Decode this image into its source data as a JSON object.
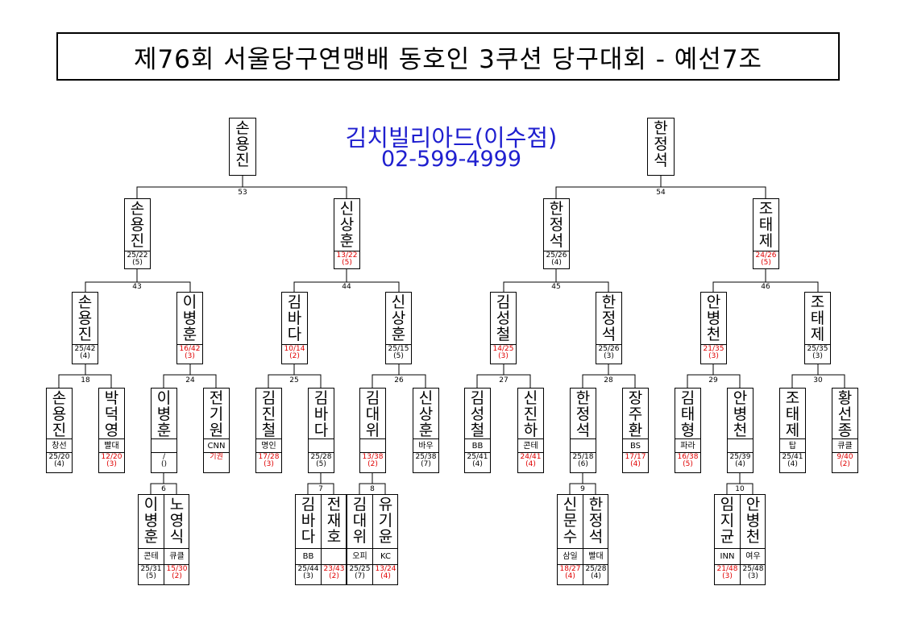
{
  "title": "제76회 서울당구연맹배 동호인 3쿠션 당구대회 - 예선7조",
  "sponsor": {
    "name": "김치빌리아드(이수점)",
    "phone": "02-599-4999"
  },
  "match_numbers": [
    "53",
    "54",
    "43",
    "44",
    "45",
    "46",
    "18",
    "24",
    "25",
    "26",
    "27",
    "28",
    "29",
    "30",
    "6",
    "7",
    "8",
    "9",
    "10"
  ],
  "players": [
    {
      "id": "f1",
      "name": "손용진",
      "club": "",
      "score": "",
      "rank": "",
      "red": false
    },
    {
      "id": "f2",
      "name": "한정석",
      "club": "",
      "score": "",
      "rank": "",
      "red": false
    },
    {
      "id": "s1",
      "name": "손용진",
      "club": "",
      "score": "25/22",
      "rank": "(5)",
      "red": false
    },
    {
      "id": "s2",
      "name": "신상훈",
      "club": "",
      "score": "13/22",
      "rank": "(5)",
      "red": true
    },
    {
      "id": "s3",
      "name": "한정석",
      "club": "",
      "score": "25/26",
      "rank": "(4)",
      "red": false
    },
    {
      "id": "s4",
      "name": "조태제",
      "club": "",
      "score": "24/26",
      "rank": "(5)",
      "red": true
    },
    {
      "id": "q1",
      "name": "손용진",
      "club": "",
      "score": "25/42",
      "rank": "(4)",
      "red": false
    },
    {
      "id": "q2",
      "name": "이병훈",
      "club": "",
      "score": "16/42",
      "rank": "(3)",
      "red": true
    },
    {
      "id": "q3",
      "name": "김바다",
      "club": "",
      "score": "10/14",
      "rank": "(2)",
      "red": true
    },
    {
      "id": "q4",
      "name": "신상훈",
      "club": "",
      "score": "25/15",
      "rank": "(5)",
      "red": false
    },
    {
      "id": "q5",
      "name": "김성철",
      "club": "",
      "score": "14/25",
      "rank": "(3)",
      "red": true
    },
    {
      "id": "q6",
      "name": "한정석",
      "club": "",
      "score": "25/26",
      "rank": "(3)",
      "red": false
    },
    {
      "id": "q7",
      "name": "안병천",
      "club": "",
      "score": "21/35",
      "rank": "(3)",
      "red": true
    },
    {
      "id": "q8",
      "name": "조태제",
      "club": "",
      "score": "25/35",
      "rank": "(3)",
      "red": false
    },
    {
      "id": "r1",
      "name": "손용진",
      "club": "창선",
      "score": "25/20",
      "rank": "(4)",
      "red": false
    },
    {
      "id": "r2",
      "name": "박덕영",
      "club": "빨대",
      "score": "12/20",
      "rank": "(3)",
      "red": true
    },
    {
      "id": "r3",
      "name": "이병훈",
      "club": "",
      "score": "/",
      "rank": "()",
      "red": false
    },
    {
      "id": "r4",
      "name": "전기원",
      "club": "CNN",
      "score": "기권",
      "rank": "",
      "red": true
    },
    {
      "id": "r5",
      "name": "김진철",
      "club": "명인",
      "score": "17/28",
      "rank": "(3)",
      "red": true
    },
    {
      "id": "r6",
      "name": "김바다",
      "club": "",
      "score": "25/28",
      "rank": "(5)",
      "red": false
    },
    {
      "id": "r7",
      "name": "김대위",
      "club": "",
      "score": "13/38",
      "rank": "(2)",
      "red": true
    },
    {
      "id": "r8",
      "name": "신상훈",
      "club": "바우",
      "score": "25/38",
      "rank": "(7)",
      "red": false
    },
    {
      "id": "r9",
      "name": "김성철",
      "club": "BB",
      "score": "25/41",
      "rank": "(4)",
      "red": false
    },
    {
      "id": "r10",
      "name": "신진하",
      "club": "콘테",
      "score": "24/41",
      "rank": "(4)",
      "red": true
    },
    {
      "id": "r11",
      "name": "한정석",
      "club": "",
      "score": "25/18",
      "rank": "(6)",
      "red": false
    },
    {
      "id": "r12",
      "name": "장주환",
      "club": "BS",
      "score": "17/17",
      "rank": "(4)",
      "red": true
    },
    {
      "id": "r13",
      "name": "김태형",
      "club": "파라",
      "score": "16/38",
      "rank": "(5)",
      "red": true
    },
    {
      "id": "r14",
      "name": "안병천",
      "club": "",
      "score": "25/39",
      "rank": "(4)",
      "red": false
    },
    {
      "id": "r15",
      "name": "조태제",
      "club": "탑",
      "score": "25/41",
      "rank": "(4)",
      "red": false
    },
    {
      "id": "r16",
      "name": "황선종",
      "club": "큐클",
      "score": "9/40",
      "rank": "(2)",
      "red": true
    },
    {
      "id": "p1a",
      "name": "이병훈",
      "club": "콘테",
      "score": "25/31",
      "rank": "(5)",
      "red": false
    },
    {
      "id": "p1b",
      "name": "노영식",
      "club": "큐클",
      "score": "15/30",
      "rank": "(2)",
      "red": true
    },
    {
      "id": "p2a",
      "name": "김바다",
      "club": "BB",
      "score": "25/44",
      "rank": "(3)",
      "red": false
    },
    {
      "id": "p2b",
      "name": "전재호",
      "club": "",
      "score": "23/43",
      "rank": "(2)",
      "red": true
    },
    {
      "id": "p3a",
      "name": "김대위",
      "club": "오피",
      "score": "25/25",
      "rank": "(7)",
      "red": false
    },
    {
      "id": "p3b",
      "name": "유기윤",
      "club": "KC",
      "score": "13/24",
      "rank": "(4)",
      "red": true
    },
    {
      "id": "p4a",
      "name": "신문수",
      "club": "삼일",
      "score": "18/27",
      "rank": "(4)",
      "red": true
    },
    {
      "id": "p4b",
      "name": "한정석",
      "club": "빨대",
      "score": "25/28",
      "rank": "(4)",
      "red": false
    },
    {
      "id": "p5a",
      "name": "임지균",
      "club": "INN",
      "score": "21/48",
      "rank": "(3)",
      "red": true
    },
    {
      "id": "p5b",
      "name": "안병천",
      "club": "여우",
      "score": "25/48",
      "rank": "(3)",
      "red": false
    }
  ]
}
